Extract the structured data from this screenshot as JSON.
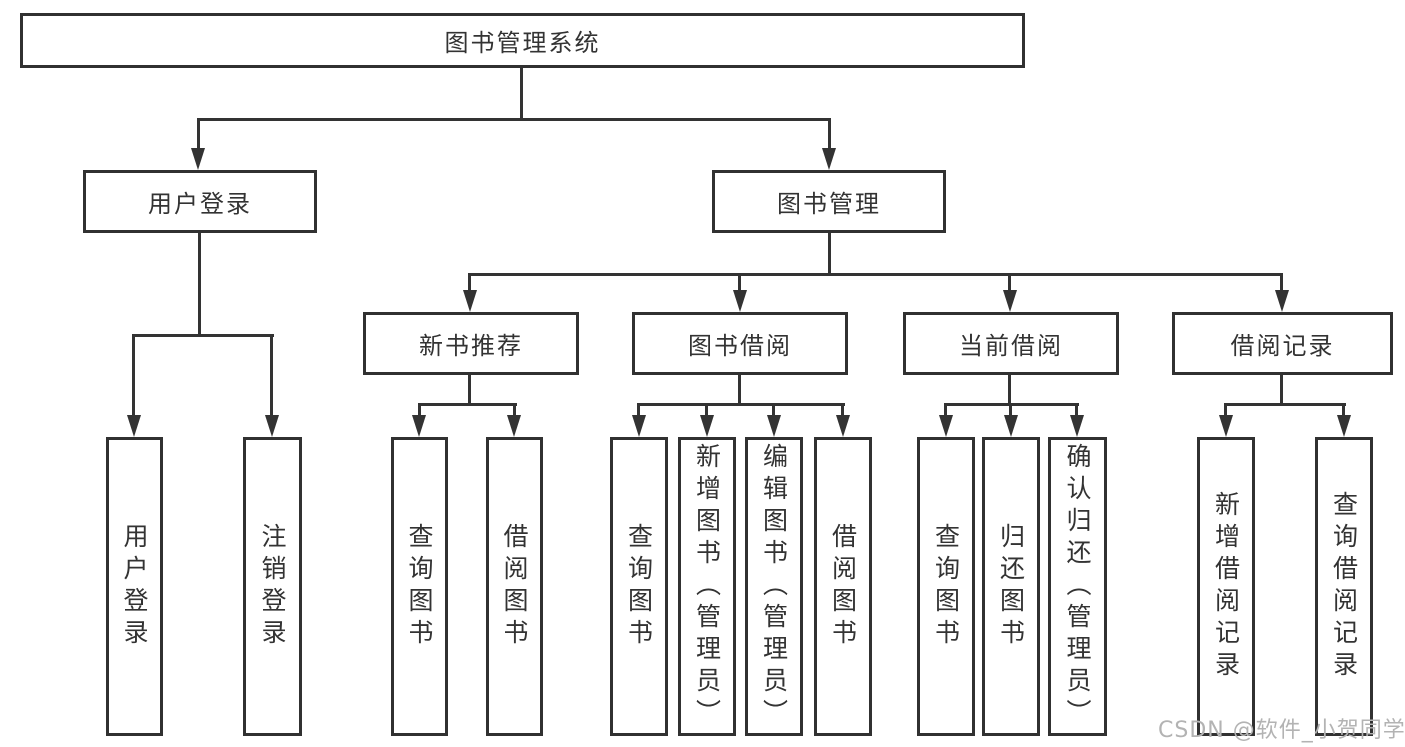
{
  "diagram_type": "hierarchy-tree",
  "nodes": {
    "root": "图书管理系统",
    "login": "用户登录",
    "mgmt": "图书管理",
    "rec": "新书推荐",
    "borrow": "图书借阅",
    "current": "当前借阅",
    "records": "借阅记录",
    "login_children": [
      "用户登录",
      "注销登录"
    ],
    "rec_children": [
      "查询图书",
      "借阅图书"
    ],
    "borrow_children": [
      "查询图书",
      "新增图书（管理员）",
      "编辑图书（管理员）",
      "借阅图书"
    ],
    "current_children": [
      "查询图书",
      "归还图书",
      "确认归还（管理员）"
    ],
    "records_children": [
      "新增借阅记录",
      "查询借阅记录"
    ]
  },
  "colors": {
    "line": "#333333",
    "text": "#333333",
    "box_fill": "#ffffff",
    "watermark": "#b3b3b3"
  },
  "watermark": "CSDN @软件_小贺同学"
}
